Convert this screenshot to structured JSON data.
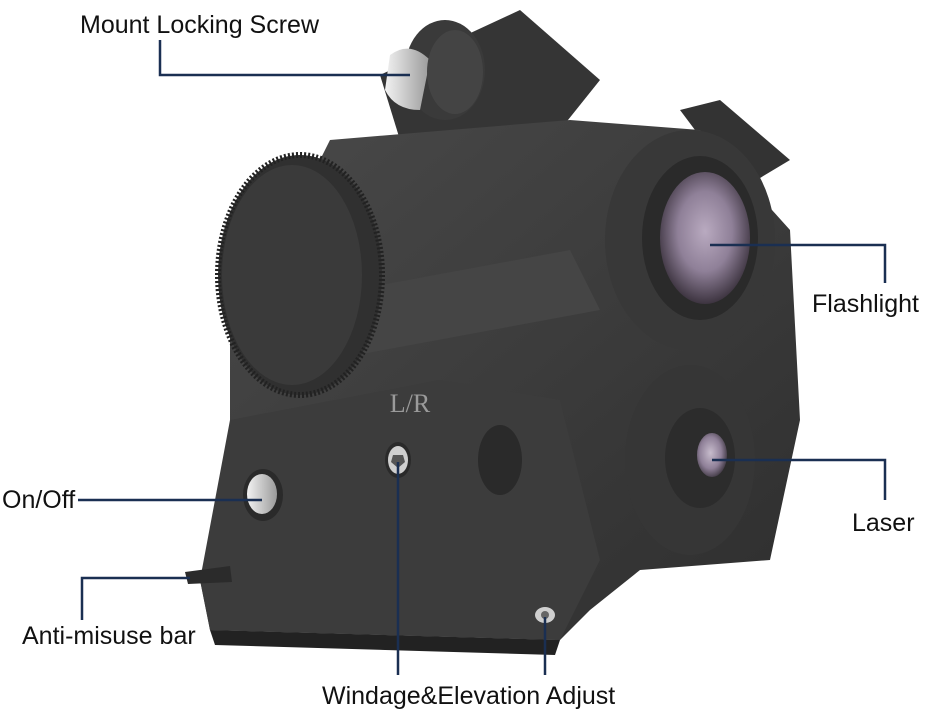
{
  "labels": {
    "mount_locking_screw": "Mount Locking Screw",
    "flashlight": "Flashlight",
    "laser": "Laser",
    "on_off": "On/Off",
    "anti_misuse_bar": "Anti-misuse bar",
    "windage_elevation_adjust": "Windage&Elevation Adjust"
  },
  "engraving": "L/R",
  "colors": {
    "leader_line": "#1a2f52",
    "housing": "#3a3a3a",
    "housing_dark": "#2a2a2a",
    "housing_light": "#4c4c4c",
    "lens_tint": "#8f8098",
    "metal": "#d8d8d8"
  }
}
